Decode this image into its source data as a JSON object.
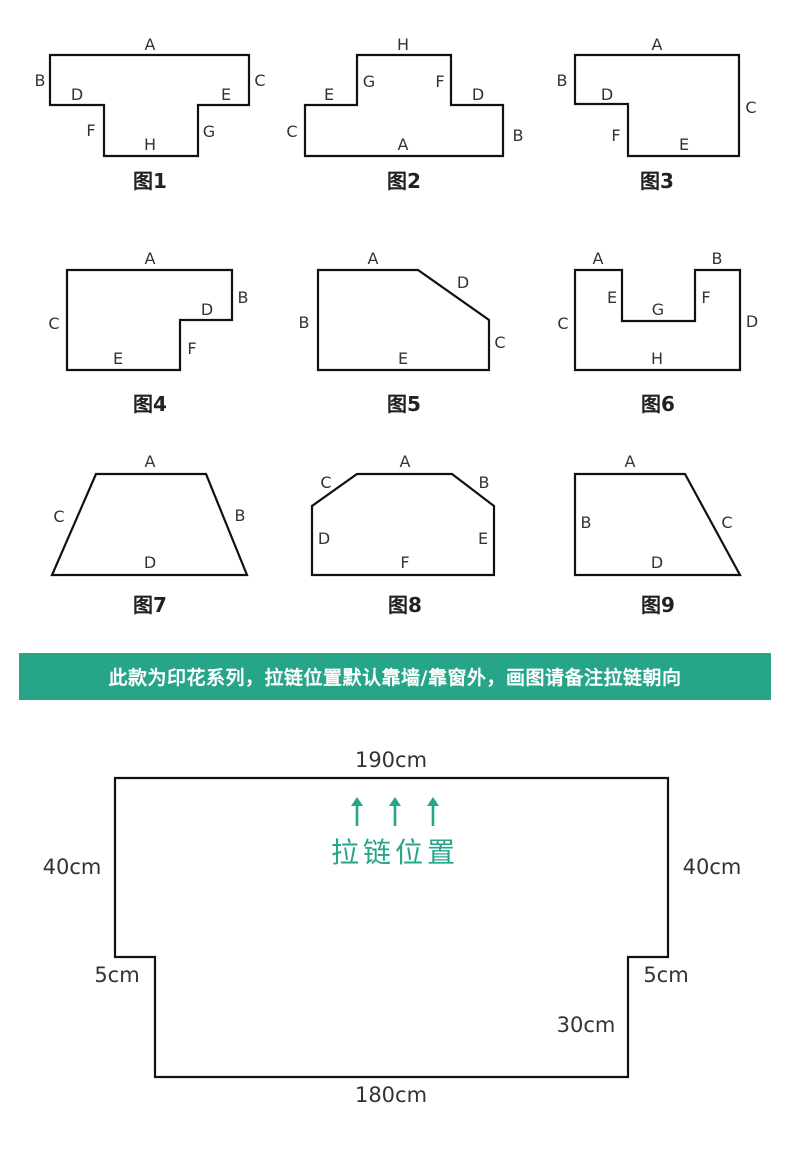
{
  "figures": [
    {
      "caption": "图1",
      "labels": {
        "A": "A",
        "B": "B",
        "C": "C",
        "D": "D",
        "E": "E",
        "F": "F",
        "G": "G",
        "H": "H"
      }
    },
    {
      "caption": "图2",
      "labels": {
        "A": "A",
        "B": "B",
        "C": "C",
        "D": "D",
        "E": "E",
        "F": "F",
        "G": "G",
        "H": "H"
      }
    },
    {
      "caption": "图3",
      "labels": {
        "A": "A",
        "B": "B",
        "C": "C",
        "D": "D",
        "E": "E",
        "F": "F"
      }
    },
    {
      "caption": "图4",
      "labels": {
        "A": "A",
        "B": "B",
        "C": "C",
        "D": "D",
        "E": "E",
        "F": "F"
      }
    },
    {
      "caption": "图5",
      "labels": {
        "A": "A",
        "B": "B",
        "C": "C",
        "D": "D",
        "E": "E"
      }
    },
    {
      "caption": "图6",
      "labels": {
        "A": "A",
        "B": "B",
        "C": "C",
        "D": "D",
        "E": "E",
        "F": "F",
        "G": "G",
        "H": "H"
      }
    },
    {
      "caption": "图7",
      "labels": {
        "A": "A",
        "B": "B",
        "C": "C",
        "D": "D"
      }
    },
    {
      "caption": "图8",
      "labels": {
        "A": "A",
        "B": "B",
        "C": "C",
        "D": "D",
        "E": "E",
        "F": "F"
      }
    },
    {
      "caption": "图9",
      "labels": {
        "A": "A",
        "B": "B",
        "C": "C",
        "D": "D"
      }
    }
  ],
  "banner": "此款为印花系列，拉链位置默认靠墙/靠窗外，画图请备注拉链朝向",
  "example": {
    "top": "190cm",
    "left": "40cm",
    "right": "40cm",
    "left_step": "5cm",
    "right_step": "5cm",
    "right_lower": "30cm",
    "bottom": "180cm",
    "zipper_label": "拉链位置",
    "accent_color": "#26a589"
  }
}
